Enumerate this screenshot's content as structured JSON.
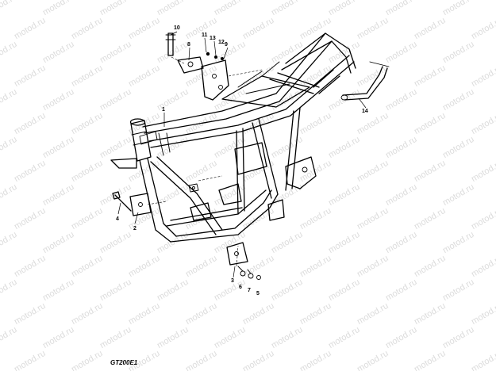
{
  "watermark": {
    "text": "motod.ru"
  },
  "diagram": {
    "code": "GT200E1",
    "callouts": {
      "c1": "1",
      "c2": "2",
      "c3": "3",
      "c4": "4",
      "c5": "5",
      "c6": "6",
      "c7": "7",
      "c8": "8",
      "c9": "9",
      "c10": "10",
      "c11": "11",
      "c12": "12",
      "c13": "13",
      "c14": "14"
    }
  }
}
